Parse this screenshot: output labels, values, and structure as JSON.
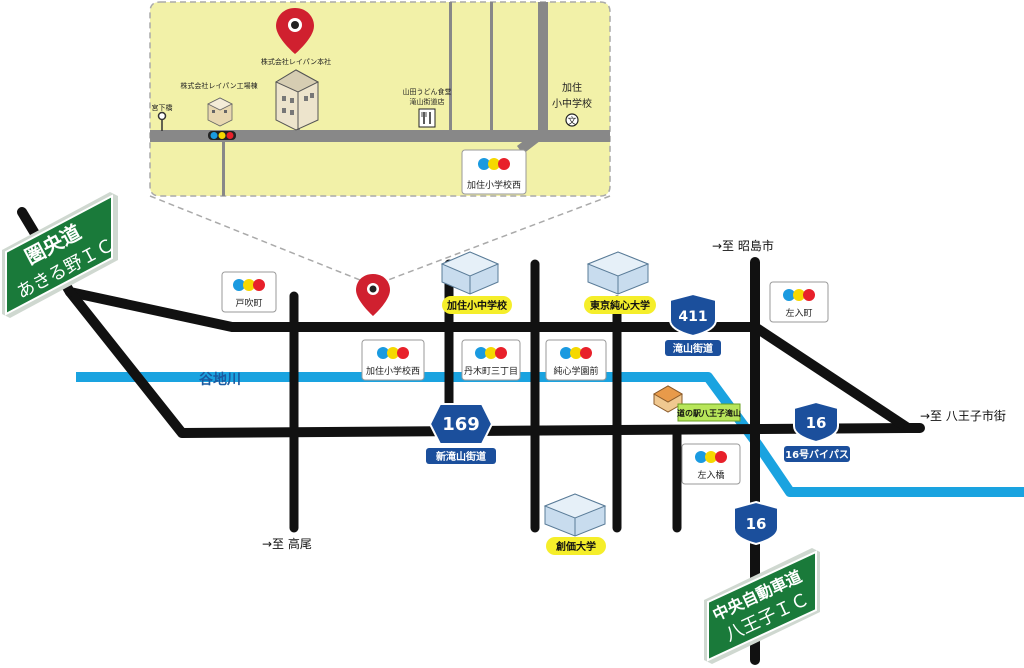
{
  "inset": {
    "hq_label": "株式会社レイパン本社",
    "factory_label": "株式会社レイパン工場棟",
    "bus_stop_label": "宮下橋",
    "restaurant_line1": "山田うどん食堂",
    "restaurant_line2": "滝山街道店",
    "school_line1": "加住",
    "school_line2": "小中学校",
    "signal_label": "加住小学校西"
  },
  "ic_signs": {
    "kenodo_line1": "圏央道",
    "kenodo_line2": "あきる野ＩＣ",
    "chuo_line1": "中央自動車道",
    "chuo_line2": "八王子ＩＣ"
  },
  "directions": {
    "akishima": "→至 昭島市",
    "hachioji": "→至 八王子市街",
    "takao": "→至 高尾"
  },
  "river": {
    "name": "谷地川"
  },
  "signals": [
    {
      "label": "戸吹町"
    },
    {
      "label": "加住小学校西"
    },
    {
      "label": "丹木町三丁目"
    },
    {
      "label": "純心学園前"
    },
    {
      "label": "左入町"
    },
    {
      "label": "左入橋"
    }
  ],
  "schools": {
    "kasumi": "加住小中学校",
    "junshin": "東京純心大学",
    "soka": "創価大学"
  },
  "michinoeki": "道の駅八王子滝山",
  "routes": {
    "r411_num": "411",
    "r411_name": "滝山街道",
    "r169_num": "169",
    "r169_name": "新滝山街道",
    "r16_num": "16",
    "r16_name": "16号バイパス",
    "r16b_num": "16"
  },
  "colors": {
    "inset_bg": "#f2f1a8",
    "road": "#111111",
    "river": "#1aa3e0",
    "route_shield": "#1b4f9c",
    "ic_sign": "#1a7a3a",
    "pin": "#d0202f",
    "school_highlight": "#f5ee2a",
    "signal_red": "#e8202a",
    "signal_yellow": "#f5d800",
    "signal_blue": "#1a9ae0"
  }
}
